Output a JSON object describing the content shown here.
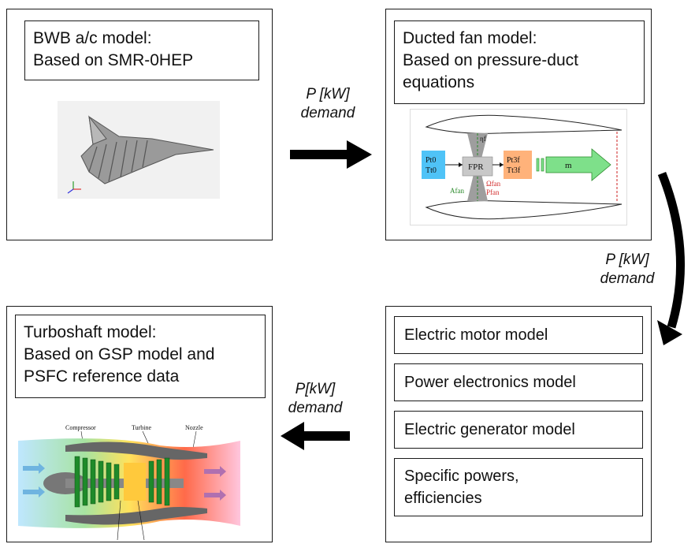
{
  "bwb": {
    "line1": "BWB a/c model:",
    "line2": "Based on SMR-0HEP"
  },
  "fan": {
    "line1": "Ducted fan model:",
    "line2": "Based on pressure-duct",
    "line3": "equations",
    "diagram": {
      "pt0": "Pt0",
      "tt0": "Tt0",
      "fpr": "FPR",
      "pt3f": "Pt3f",
      "tt3f": "Tt3f",
      "mdot": "m",
      "eta": "ηf",
      "omega": "Ωfan",
      "pfan": "Pfan",
      "afan": "Afan"
    }
  },
  "turbo": {
    "line1": "Turboshaft model:",
    "line2": "Based on  GSP model and",
    "line3": "PSFC reference data",
    "diagram": {
      "compressor": "Compressor",
      "turbine": "Turbine",
      "nozzle": "Nozzle"
    }
  },
  "electric": {
    "items": [
      "Electric motor model",
      "Power electronics model",
      "Electric generator model"
    ],
    "specific_line1": "Specific powers,",
    "specific_line2": "efficiencies"
  },
  "arrows": {
    "top": {
      "line1": "P [kW]",
      "line2": "demand"
    },
    "right": {
      "line1": "P [kW]",
      "line2": "demand"
    },
    "bottom": {
      "line1": "P[kW]",
      "line2": "demand"
    }
  },
  "colors": {
    "arrow": "#000000",
    "pt0_box": "#4fc3f7",
    "pt3f_box": "#ffb27a",
    "mass_arrow": "#7ee08a"
  }
}
